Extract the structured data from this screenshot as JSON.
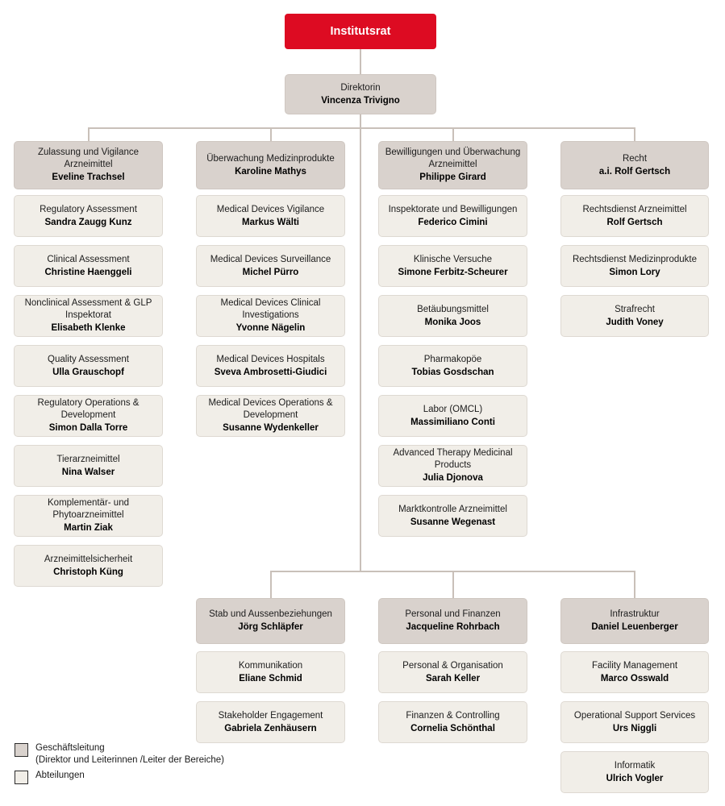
{
  "colors": {
    "root_red": "#dd0b22",
    "management_grey": "#d9d2cd",
    "department_cream": "#f1eee8",
    "connector": "#c9c0b9"
  },
  "root": {
    "unit": "Institutsrat"
  },
  "director": {
    "unit": "Direktorin",
    "person": "Vincenza Trivigno"
  },
  "columns": [
    {
      "head": {
        "unit": "Zulassung und Vigilance Arzneimittel",
        "person": "Eveline Trachsel"
      },
      "departments": [
        {
          "unit": "Regulatory Assessment",
          "person": "Sandra Zaugg Kunz"
        },
        {
          "unit": "Clinical Assessment",
          "person": "Christine Haenggeli"
        },
        {
          "unit": "Nonclinical Assessment & GLP Inspektorat",
          "person": "Elisabeth Klenke"
        },
        {
          "unit": "Quality Assessment",
          "person": "Ulla Grauschopf"
        },
        {
          "unit": "Regulatory Operations & Development",
          "person": "Simon Dalla Torre"
        },
        {
          "unit": "Tierarzneimittel",
          "person": "Nina Walser"
        },
        {
          "unit": "Komplementär- und Phytoarzneimittel",
          "person": "Martin Ziak"
        },
        {
          "unit": "Arzneimittelsicherheit",
          "person": "Christoph Küng"
        }
      ]
    },
    {
      "head": {
        "unit": "Überwachung Medizinprodukte",
        "person": "Karoline Mathys"
      },
      "departments": [
        {
          "unit": "Medical Devices Vigilance",
          "person": "Markus Wälti"
        },
        {
          "unit": "Medical Devices Surveillance",
          "person": "Michel Pürro"
        },
        {
          "unit": "Medical Devices Clinical Investigations",
          "person": "Yvonne Nägelin"
        },
        {
          "unit": "Medical Devices Hospitals",
          "person": "Sveva Ambrosetti-Giudici"
        },
        {
          "unit": "Medical Devices Operations & Development",
          "person": "Susanne Wydenkeller"
        }
      ]
    },
    {
      "head": {
        "unit": "Bewilligungen und Überwachung Arzneimittel",
        "person": "Philippe Girard"
      },
      "departments": [
        {
          "unit": "Inspektorate und Bewilligungen",
          "person": "Federico Cimini"
        },
        {
          "unit": "Klinische Versuche",
          "person": "Simone Ferbitz-Scheurer"
        },
        {
          "unit": "Betäubungsmittel",
          "person": "Monika Joos"
        },
        {
          "unit": "Pharmakopöe",
          "person": "Tobias Gosdschan"
        },
        {
          "unit": "Labor (OMCL)",
          "person": "Massimiliano Conti"
        },
        {
          "unit": "Advanced Therapy Medicinal Products",
          "person": "Julia Djonova"
        },
        {
          "unit": "Marktkontrolle Arzneimittel",
          "person": "Susanne Wegenast"
        }
      ]
    },
    {
      "head": {
        "unit": "Recht",
        "person": "a.i. Rolf Gertsch"
      },
      "departments": [
        {
          "unit": "Rechtsdienst Arzneimittel",
          "person": "Rolf Gertsch"
        },
        {
          "unit": "Rechtsdienst Medizinprodukte",
          "person": "Simon Lory"
        },
        {
          "unit": "Strafrecht",
          "person": "Judith Voney"
        }
      ]
    }
  ],
  "bottom_columns": [
    {
      "head": {
        "unit": "Stab und Aussenbeziehungen",
        "person": "Jörg Schläpfer"
      },
      "departments": [
        {
          "unit": "Kommunikation",
          "person": "Eliane Schmid"
        },
        {
          "unit": "Stakeholder Engagement",
          "person": "Gabriela Zenhäusern"
        }
      ]
    },
    {
      "head": {
        "unit": "Personal und Finanzen",
        "person": "Jacqueline Rohrbach"
      },
      "departments": [
        {
          "unit": "Personal & Organisation",
          "person": "Sarah Keller"
        },
        {
          "unit": "Finanzen & Controlling",
          "person": "Cornelia Schönthal"
        }
      ]
    },
    {
      "head": {
        "unit": "Infrastruktur",
        "person": "Daniel Leuenberger"
      },
      "departments": [
        {
          "unit": "Facility Management",
          "person": "Marco Osswald"
        },
        {
          "unit": "Operational Support Services",
          "person": "Urs Niggli"
        },
        {
          "unit": "Informatik",
          "person": "Ulrich Vogler"
        }
      ]
    }
  ],
  "legend": {
    "management_label_line1": "Geschäftsleitung",
    "management_label_line2": "(Direktor und Leiterinnen /Leiter der Bereiche)",
    "departments_label": "Abteilungen"
  }
}
